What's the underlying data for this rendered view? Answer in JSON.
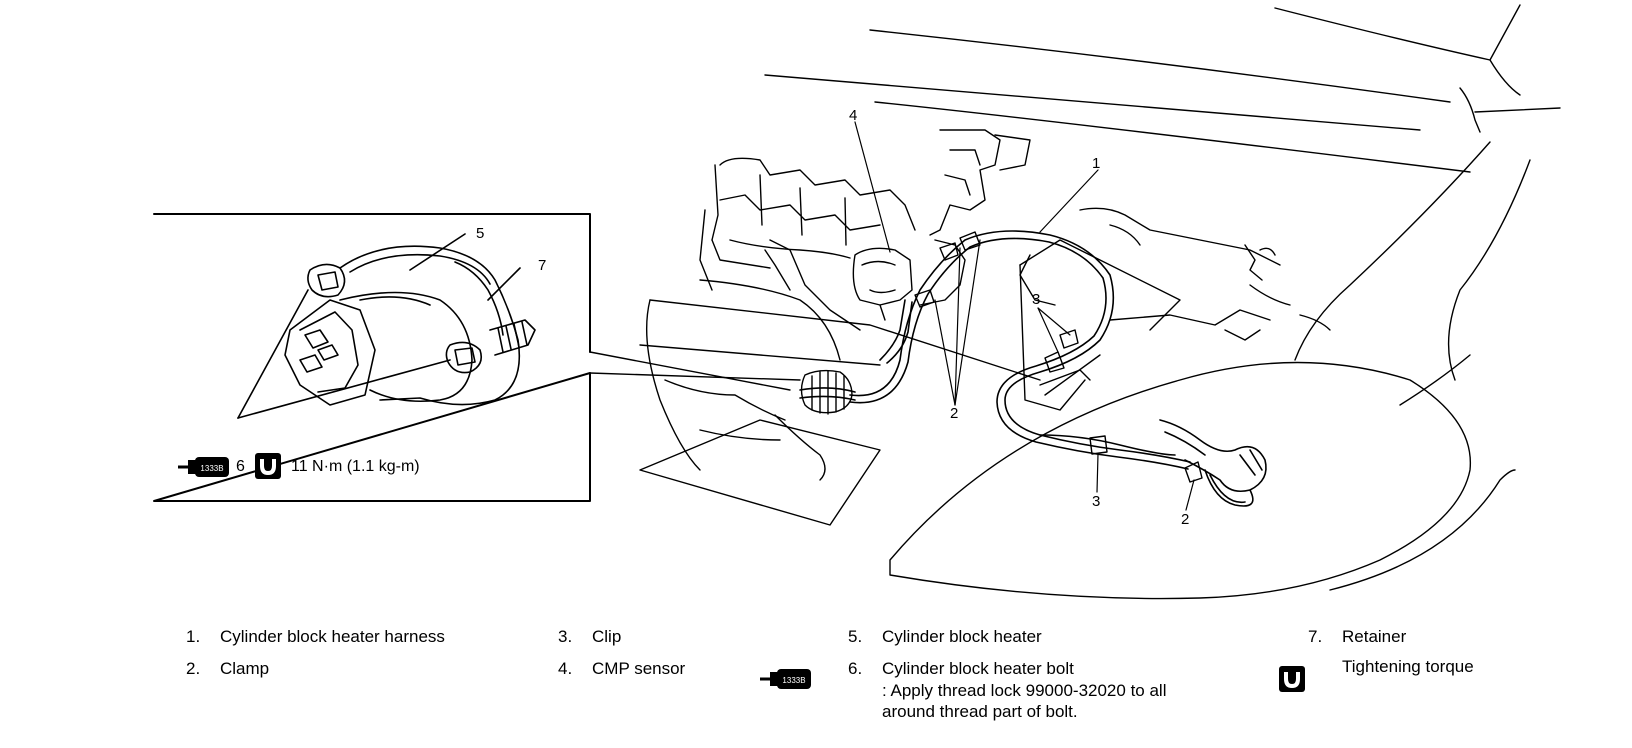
{
  "callouts": {
    "main_1": "1",
    "main_2a": "2",
    "main_2b": "2",
    "main_3a": "3",
    "main_3b": "3",
    "main_4": "4",
    "inset_5": "5",
    "inset_7": "7"
  },
  "inset": {
    "bolt_number": "6",
    "torque": "11 N·m (1.1 kg-m)",
    "thread_lock_icon_text": "1333B"
  },
  "legend": [
    {
      "num": "1.",
      "label": "Cylinder block heater harness"
    },
    {
      "num": "2.",
      "label": "Clamp"
    },
    {
      "num": "3.",
      "label": "Clip"
    },
    {
      "num": "4.",
      "label": "CMP sensor"
    },
    {
      "num": "5.",
      "label": "Cylinder block heater"
    },
    {
      "num": "6.",
      "label": "Cylinder block heater bolt",
      "note_line1": ": Apply thread lock 99000-32020 to all",
      "note_line2": "around thread part of bolt."
    },
    {
      "num": "7.",
      "label": "Retainer"
    },
    {
      "num": "",
      "label": "Tightening torque"
    }
  ],
  "icons": [
    "thread-lock-icon",
    "tightening-torque-icon"
  ]
}
